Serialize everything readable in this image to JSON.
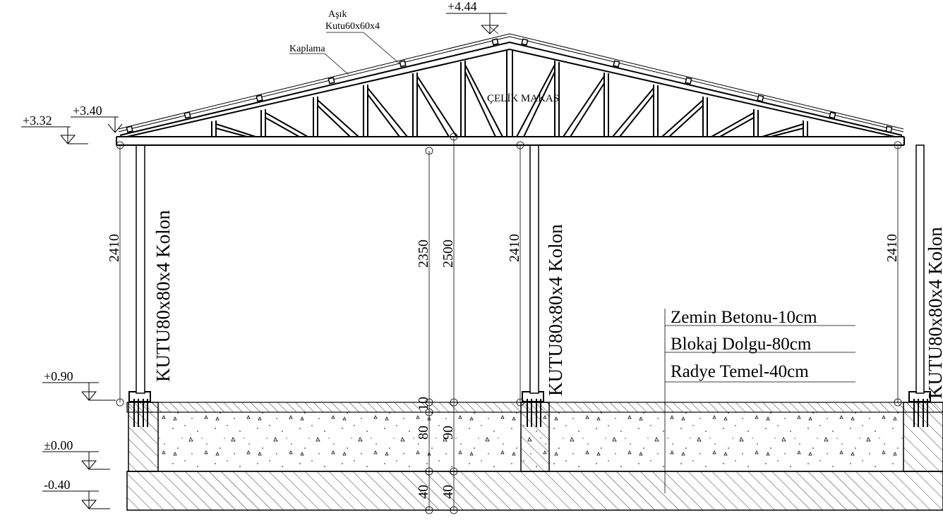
{
  "drawing": {
    "labels": {
      "asik": "Aşık",
      "asik_profile": "Kutu60x60x4",
      "kaplama": "Kaplama",
      "truss": "ÇELİK MAKAS",
      "column": "KUTU80x80x4 Kolon"
    },
    "elevations": [
      "+4.44",
      "+3.40",
      "+3.32",
      "+0.90",
      "±0.00",
      "-0.40"
    ],
    "dimensions": {
      "col_height": "2410",
      "clear_height": "2350",
      "total_height": "2500",
      "slab": "10",
      "fill": "80",
      "fill_total": "90",
      "raft": "40",
      "raft_b": "40"
    },
    "layers": [
      "Zemin Betonu-10cm",
      "Blokaj Dolgu-80cm",
      "Radye Temel-40cm"
    ]
  }
}
